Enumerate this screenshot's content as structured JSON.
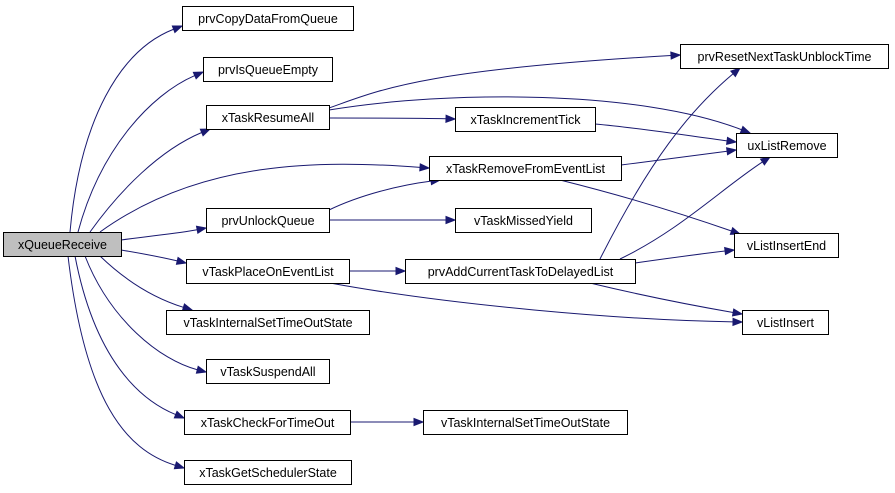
{
  "nodes": {
    "xQueueReceive": "xQueueReceive",
    "prvCopyDataFromQueue": "prvCopyDataFromQueue",
    "prvIsQueueEmpty": "prvIsQueueEmpty",
    "xTaskResumeAll": "xTaskResumeAll",
    "prvUnlockQueue": "prvUnlockQueue",
    "vTaskPlaceOnEventList": "vTaskPlaceOnEventList",
    "vTaskInternalSetTimeOutState_left": "vTaskInternalSetTimeOutState",
    "vTaskSuspendAll": "vTaskSuspendAll",
    "xTaskCheckForTimeOut": "xTaskCheckForTimeOut",
    "xTaskGetSchedulerState": "xTaskGetSchedulerState",
    "xTaskIncrementTick": "xTaskIncrementTick",
    "xTaskRemoveFromEventList": "xTaskRemoveFromEventList",
    "vTaskMissedYield": "vTaskMissedYield",
    "prvAddCurrentTaskToDelayedList": "prvAddCurrentTaskToDelayedList",
    "vTaskInternalSetTimeOutState_right": "vTaskInternalSetTimeOutState",
    "prvResetNextTaskUnblockTime": "prvResetNextTaskUnblockTime",
    "uxListRemove": "uxListRemove",
    "vListInsertEnd": "vListInsertEnd",
    "vListInsert": "vListInsert"
  },
  "edges": [
    [
      "xQueueReceive",
      "prvCopyDataFromQueue"
    ],
    [
      "xQueueReceive",
      "prvIsQueueEmpty"
    ],
    [
      "xQueueReceive",
      "xTaskResumeAll"
    ],
    [
      "xQueueReceive",
      "xTaskRemoveFromEventList"
    ],
    [
      "xQueueReceive",
      "prvUnlockQueue"
    ],
    [
      "xQueueReceive",
      "vTaskPlaceOnEventList"
    ],
    [
      "xQueueReceive",
      "vTaskInternalSetTimeOutState_left"
    ],
    [
      "xQueueReceive",
      "vTaskSuspendAll"
    ],
    [
      "xQueueReceive",
      "xTaskCheckForTimeOut"
    ],
    [
      "xQueueReceive",
      "xTaskGetSchedulerState"
    ],
    [
      "xTaskResumeAll",
      "prvResetNextTaskUnblockTime"
    ],
    [
      "xTaskResumeAll",
      "uxListRemove"
    ],
    [
      "xTaskResumeAll",
      "xTaskIncrementTick"
    ],
    [
      "xTaskIncrementTick",
      "uxListRemove"
    ],
    [
      "xTaskRemoveFromEventList",
      "uxListRemove"
    ],
    [
      "xTaskRemoveFromEventList",
      "vListInsertEnd"
    ],
    [
      "prvUnlockQueue",
      "xTaskRemoveFromEventList"
    ],
    [
      "prvUnlockQueue",
      "vTaskMissedYield"
    ],
    [
      "vTaskPlaceOnEventList",
      "prvAddCurrentTaskToDelayedList"
    ],
    [
      "vTaskPlaceOnEventList",
      "vListInsert"
    ],
    [
      "prvAddCurrentTaskToDelayedList",
      "prvResetNextTaskUnblockTime"
    ],
    [
      "prvAddCurrentTaskToDelayedList",
      "uxListRemove"
    ],
    [
      "prvAddCurrentTaskToDelayedList",
      "vListInsertEnd"
    ],
    [
      "prvAddCurrentTaskToDelayedList",
      "vListInsert"
    ],
    [
      "xTaskCheckForTimeOut",
      "vTaskInternalSetTimeOutState_right"
    ]
  ],
  "colors": {
    "edge": "#191970",
    "root_fill": "#bfbfbf",
    "node_fill": "#ffffff",
    "node_stroke": "#000000"
  }
}
